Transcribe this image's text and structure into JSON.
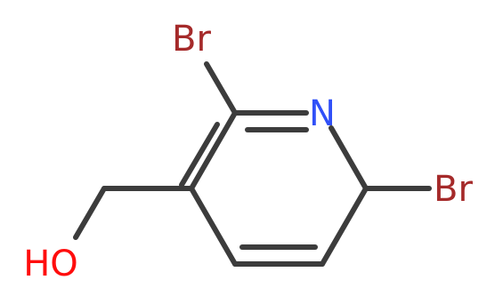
{
  "molecule": {
    "atoms": {
      "br_top": {
        "label": "Br",
        "color": "#a52a2a"
      },
      "n": {
        "label": "N",
        "color": "#3050f8"
      },
      "br_right": {
        "label": "Br",
        "color": "#a52a2a"
      },
      "oh": {
        "label": "HO",
        "color": "#ff0d0d"
      }
    },
    "bond_color": "#3c3c3c"
  }
}
